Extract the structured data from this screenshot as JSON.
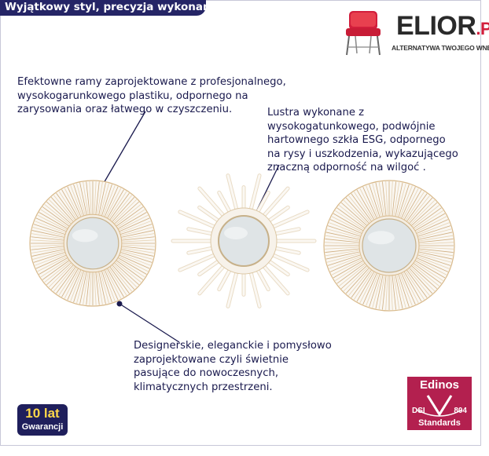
{
  "header": {
    "title": "Wyjątkowy styl, precyzja wykonania!"
  },
  "logo": {
    "brand": "ELIOR",
    "domain": ".PL",
    "tagline": "ALTERNATYWA TWOJEGO WNĘTRZA"
  },
  "callouts": {
    "frames": [
      "Efektowne ramy zaprojektowane z profesjonalnego,",
      "wysokogarunkowego plastiku, odpornego na",
      "zarysowania oraz łatwego w czyszczeniu."
    ],
    "mirrors": [
      "Lustra wykonane z",
      "wysokogatunkowego, podwójnie",
      "hartownego  szkła ESG, odpornego",
      "na rysy i uszkodzenia, wykazującego",
      "znaczną odporność na wilgoć ."
    ],
    "design": [
      "Designerskie, eleganckie i pomysłowo",
      "zaprojektowane czyli świetnie",
      "pasujące do nowoczesnych,",
      "klimatycznych przestrzeni."
    ]
  },
  "warranty_badge": {
    "years": "10 lat",
    "label": "Gwarancji"
  },
  "certificate": {
    "name": "Edinos",
    "code_left": "DSI",
    "code_right": "804",
    "standards": "Standards"
  },
  "colors": {
    "navy": "#252566",
    "brand_red": "#d21e3c",
    "edinos": "#b3204f",
    "gold": "#d8b98a"
  }
}
